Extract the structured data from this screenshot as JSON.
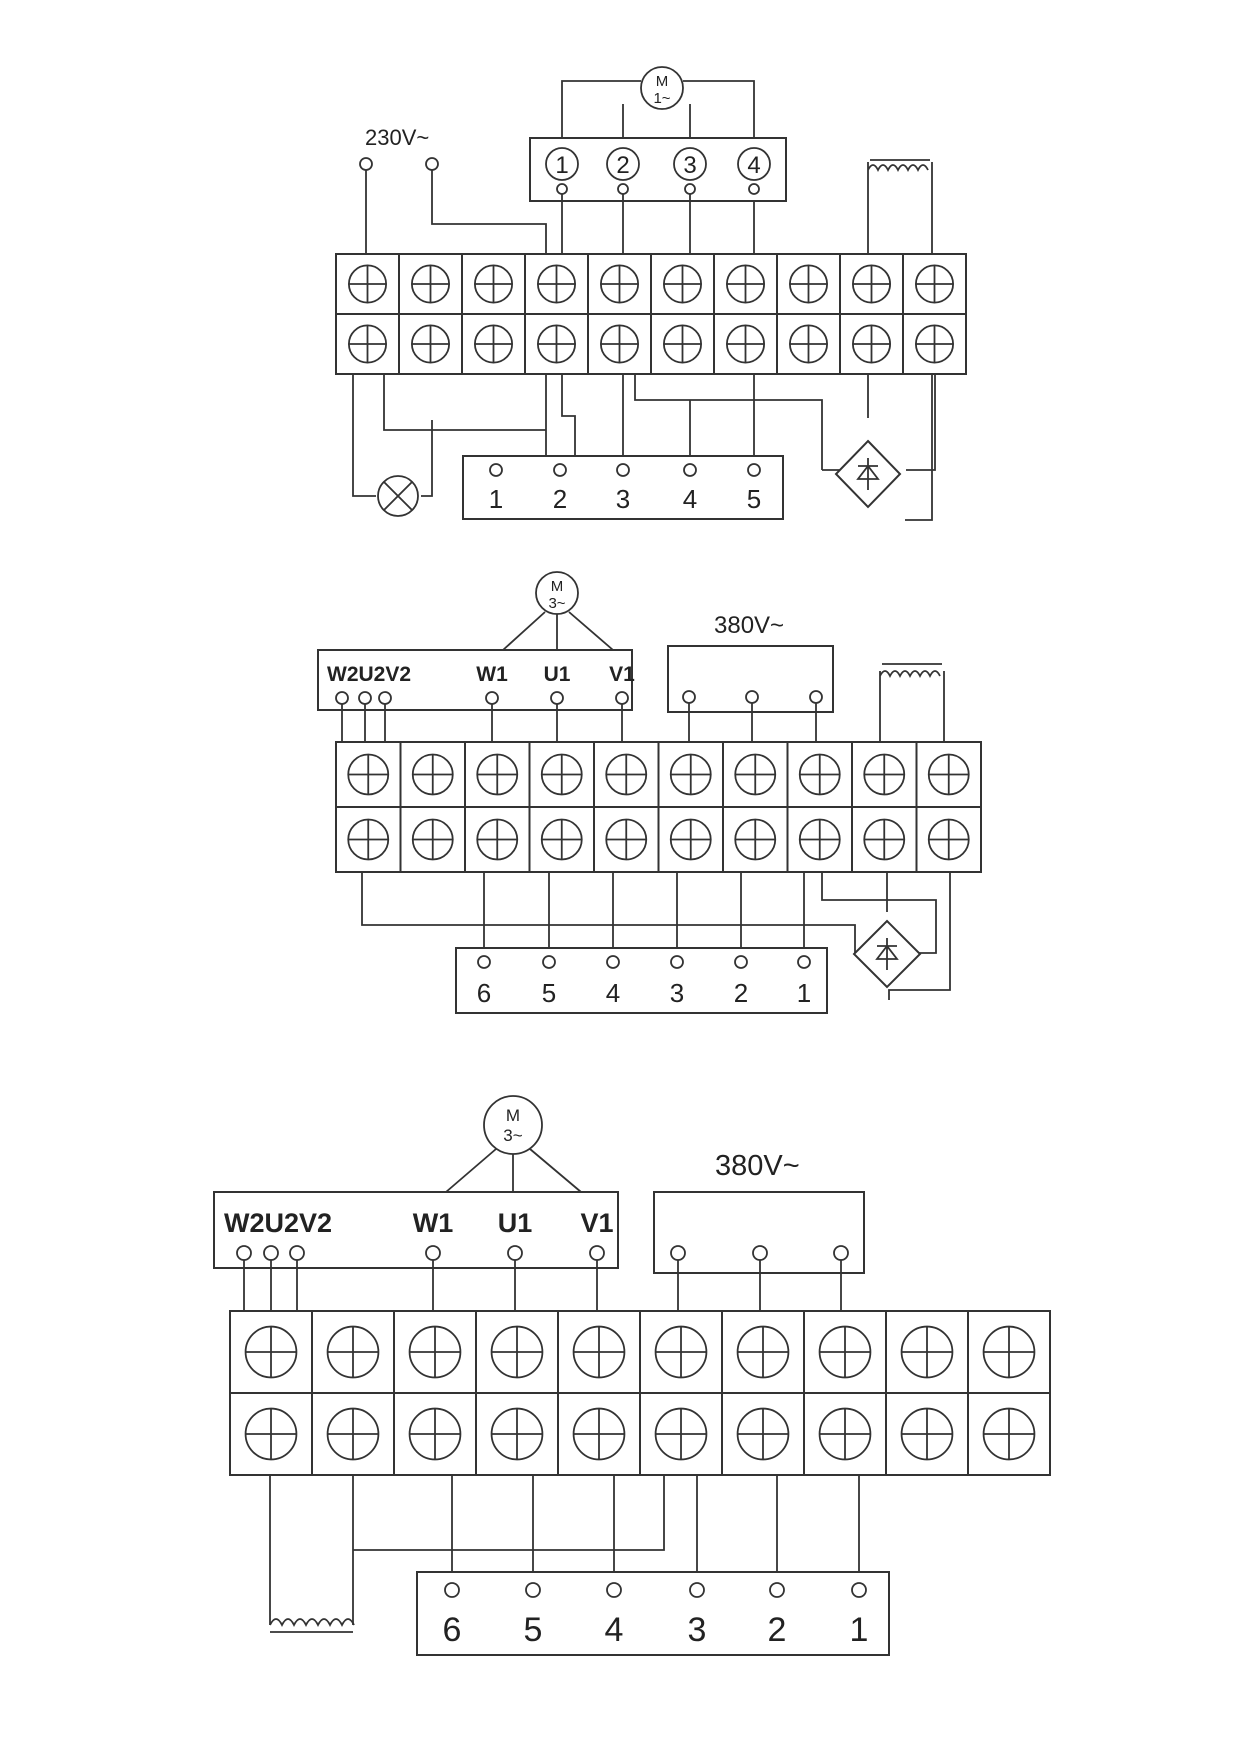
{
  "diagrams": [
    {
      "motor": [
        "M",
        "1~"
      ],
      "supply": "230V~",
      "motor_terminals": [
        "1",
        "2",
        "3",
        "4"
      ],
      "connector_pins": [
        "1",
        "2",
        "3",
        "4",
        "5"
      ]
    },
    {
      "motor": [
        "M",
        "3~"
      ],
      "supply": "380V~",
      "motor_terminals": [
        "W2U2V2",
        "W1",
        "U1",
        "V1"
      ],
      "connector_pins": [
        "6",
        "5",
        "4",
        "3",
        "2",
        "1"
      ]
    },
    {
      "motor": [
        "M",
        "3~"
      ],
      "supply": "380V~",
      "motor_terminals": [
        "W2U2V2",
        "W1",
        "U1",
        "V1"
      ],
      "connector_pins": [
        "6",
        "5",
        "4",
        "3",
        "2",
        "1"
      ]
    }
  ]
}
